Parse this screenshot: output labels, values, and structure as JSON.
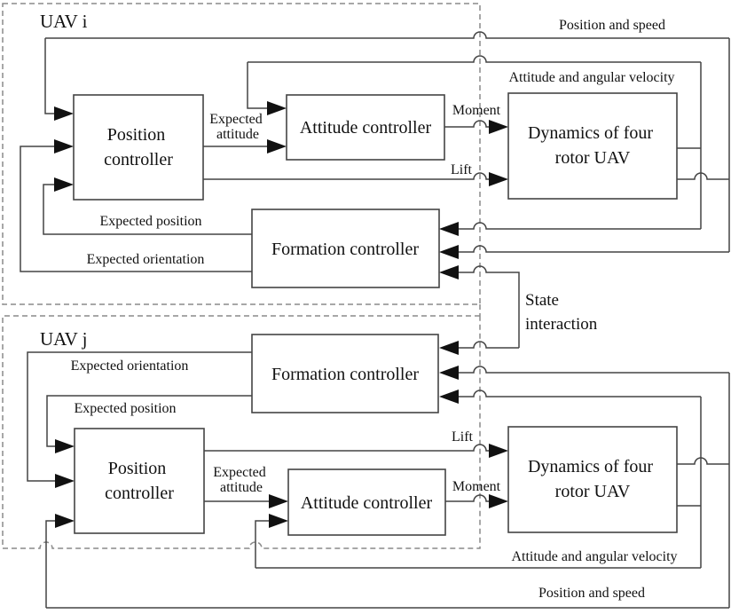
{
  "uav_i": {
    "title": "UAV i",
    "boxes": {
      "position_controller": {
        "line1": "Position",
        "line2": "controller"
      },
      "attitude_controller": "Attitude controller",
      "dynamics": {
        "line1": "Dynamics of four",
        "line2": "rotor UAV"
      },
      "formation_controller": "Formation controller"
    },
    "signals": {
      "position_and_speed": "Position and speed",
      "attitude_and_angular_velocity": "Attitude and angular velocity",
      "expected_attitude": {
        "line1": "Expected",
        "line2": "attitude"
      },
      "moment": "Moment",
      "lift": "Lift",
      "expected_position": "Expected position",
      "expected_orientation": "Expected orientation"
    }
  },
  "uav_j": {
    "title": "UAV j",
    "boxes": {
      "position_controller": {
        "line1": "Position",
        "line2": "controller"
      },
      "attitude_controller": "Attitude controller",
      "dynamics": {
        "line1": "Dynamics of four",
        "line2": "rotor UAV"
      },
      "formation_controller": "Formation controller"
    },
    "signals": {
      "position_and_speed": "Position and speed",
      "attitude_and_angular_velocity": "Attitude and angular velocity",
      "expected_attitude": {
        "line1": "Expected",
        "line2": "attitude"
      },
      "moment": "Moment",
      "lift": "Lift",
      "expected_position": "Expected position",
      "expected_orientation": "Expected orientation"
    }
  },
  "state_interaction": {
    "line1": "State",
    "line2": "interaction"
  }
}
